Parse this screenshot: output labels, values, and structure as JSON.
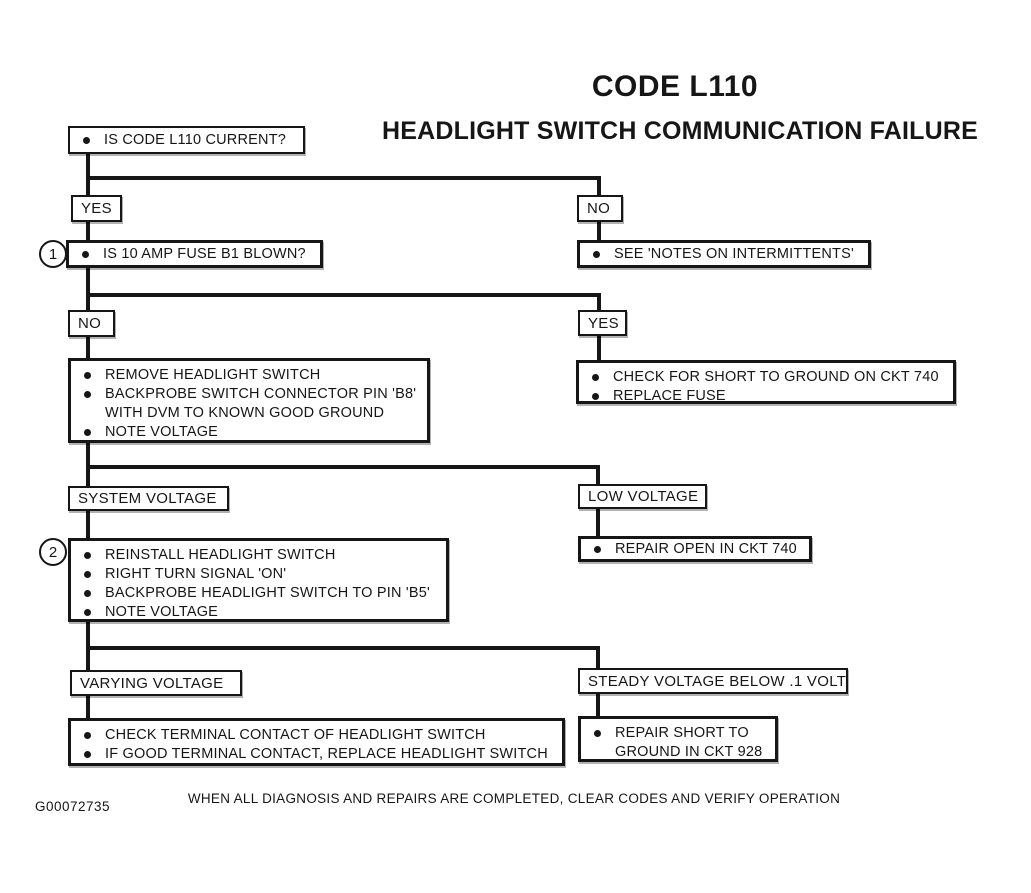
{
  "title": "CODE L110",
  "subtitle": "HEADLIGHT SWITCH COMMUNICATION FAILURE",
  "figure_id": "G00072735",
  "footer": "WHEN ALL DIAGNOSIS AND REPAIRS ARE COMPLETED, CLEAR CODES AND VERIFY OPERATION",
  "colors": {
    "ink": "#161616",
    "paper": "#ffffff"
  },
  "nodes": {
    "start": {
      "items": [
        "IS CODE L110 CURRENT?"
      ]
    },
    "yes1": {
      "label": "YES"
    },
    "no1": {
      "label": "NO"
    },
    "step1": {
      "marker": "1",
      "items": [
        "IS 10 AMP FUSE B1 BLOWN?"
      ]
    },
    "see_notes": {
      "items": [
        "SEE 'NOTES ON INTERMITTENTS'"
      ]
    },
    "no2": {
      "label": "NO"
    },
    "yes2": {
      "label": "YES"
    },
    "remove_switch": {
      "items": [
        "REMOVE HEADLIGHT SWITCH",
        "BACKPROBE SWITCH CONNECTOR PIN 'B8' WITH DVM TO KNOWN GOOD GROUND",
        "NOTE VOLTAGE"
      ]
    },
    "check_short": {
      "items": [
        "CHECK FOR SHORT TO GROUND ON CKT 740",
        "REPLACE FUSE"
      ]
    },
    "system_voltage": {
      "label": "SYSTEM VOLTAGE"
    },
    "low_voltage": {
      "label": "LOW VOLTAGE"
    },
    "reinstall": {
      "marker": "2",
      "items": [
        "REINSTALL HEADLIGHT SWITCH",
        "RIGHT TURN SIGNAL 'ON'",
        "BACKPROBE HEADLIGHT SWITCH TO PIN 'B5'",
        "NOTE VOLTAGE"
      ]
    },
    "repair_open": {
      "items": [
        "REPAIR OPEN IN CKT 740"
      ]
    },
    "varying_voltage": {
      "label": "VARYING VOLTAGE"
    },
    "steady_voltage": {
      "label": "STEADY VOLTAGE BELOW .1 VOLT"
    },
    "check_terminal": {
      "items": [
        "CHECK TERMINAL CONTACT OF HEADLIGHT SWITCH",
        "IF GOOD TERMINAL CONTACT, REPLACE HEADLIGHT SWITCH"
      ]
    },
    "repair_short": {
      "items": [
        "REPAIR SHORT TO GROUND IN CKT 928"
      ]
    }
  }
}
